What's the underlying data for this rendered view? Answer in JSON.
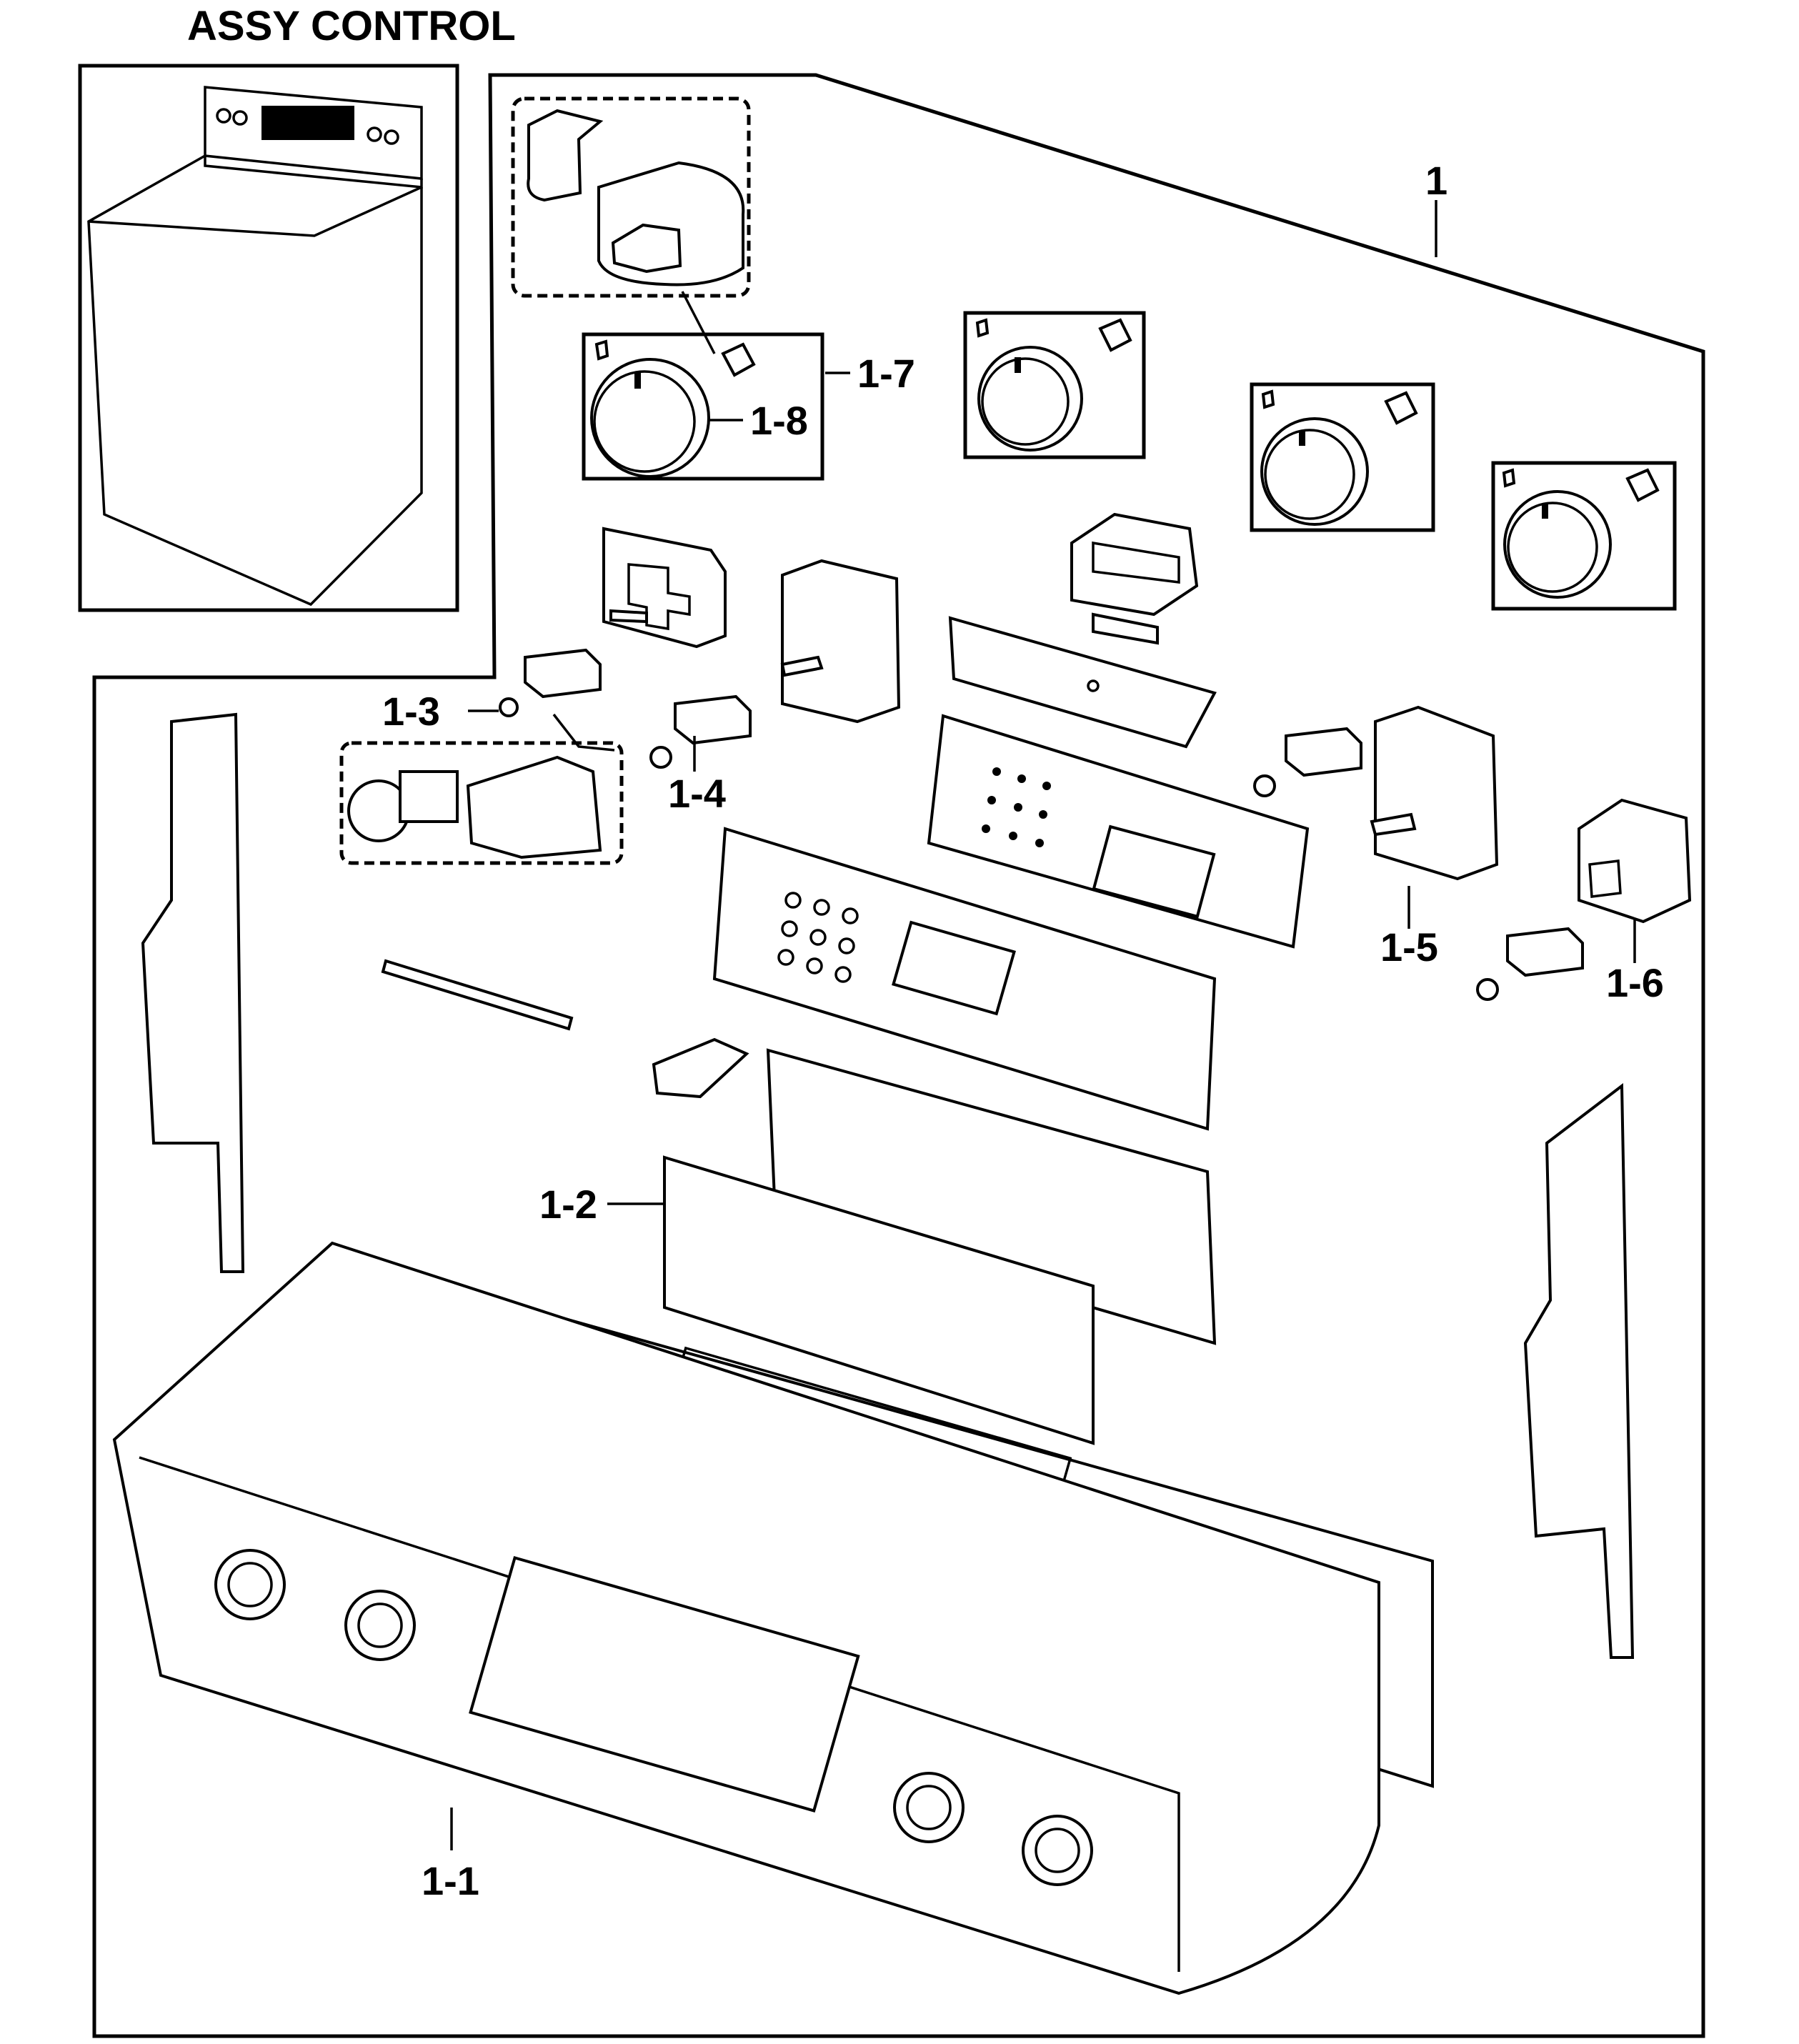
{
  "title": "ASSY CONTROL",
  "labels": {
    "assembly": "1",
    "panel": "1-1",
    "overlay": "1-2",
    "valve_left": "1-3",
    "valve_center": "1-4",
    "switch": "1-5",
    "valve_right": "1-6",
    "knob_set": "1-7",
    "knob": "1-8"
  }
}
